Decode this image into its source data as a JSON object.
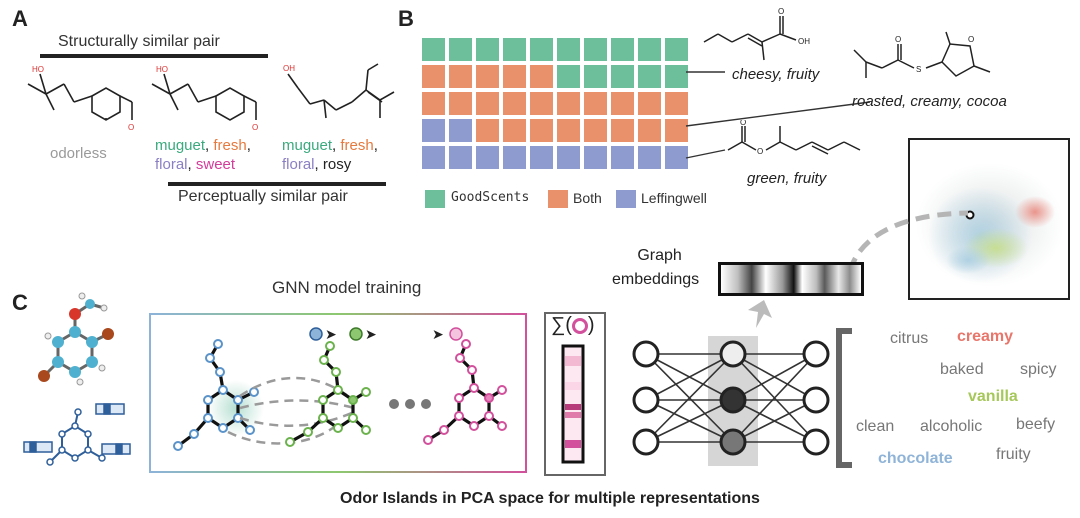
{
  "colors": {
    "goodscents": "#6cbf9a",
    "both": "#e9916b",
    "leffingwell": "#8e9bcf",
    "muguet": "#3aaa7e",
    "fresh": "#e57a3e",
    "floral": "#8b7fc4",
    "sweet": "#d23c9a",
    "odorless": "#9a9a9a",
    "gnn_blue": "#8db3d8",
    "gnn_green": "#8dc870",
    "gnn_pink": "#d2509c",
    "creamy": "#e8766b",
    "vanilla": "#a6c85a",
    "chocolate": "#8fb4d8"
  },
  "panel_a": {
    "letter": "A",
    "structural_title": "Structurally similar pair",
    "perceptual_title": "Perceptually similar pair",
    "molecule1_label": "odorless",
    "molecule2_labels": [
      "muguet",
      "fresh",
      "floral",
      "sweet"
    ],
    "molecule3_labels": [
      "muguet",
      "fresh",
      "floral",
      "rosy"
    ],
    "hydroxyl": "HO",
    "hydroxyl_alt": "OH",
    "aldehyde_o": "O"
  },
  "panel_b": {
    "letter": "B",
    "legend": [
      "GoodScents",
      "Both",
      "Leffingwell"
    ],
    "molecule_labels": [
      "cheesy, fruity",
      "roasted, creamy, cocoa",
      "green, fruity"
    ],
    "atom_o": "O",
    "atom_oh": "OH",
    "atom_s": "S"
  },
  "waffle_rows": [
    [
      "G",
      "G",
      "G",
      "G",
      "G",
      "G",
      "G",
      "G",
      "G",
      "G"
    ],
    [
      "B",
      "B",
      "B",
      "B",
      "B",
      "G",
      "G",
      "G",
      "G",
      "G"
    ],
    [
      "B",
      "B",
      "B",
      "B",
      "B",
      "B",
      "B",
      "B",
      "B",
      "B"
    ],
    [
      "L",
      "L",
      "B",
      "B",
      "B",
      "B",
      "B",
      "B",
      "B",
      "B"
    ],
    [
      "L",
      "L",
      "L",
      "L",
      "L",
      "L",
      "L",
      "L",
      "L",
      "L"
    ]
  ],
  "panel_c": {
    "letter": "C",
    "gnn_title": "GNN model training",
    "graph_embeddings_line1": "Graph",
    "graph_embeddings_line2": "embeddings",
    "sum_symbol": "∑(",
    "sum_close": ")",
    "ellipsis": "• • •",
    "odor_words": [
      "citrus",
      "creamy",
      "baked",
      "spicy",
      "vanilla",
      "clean",
      "alcoholic",
      "beefy",
      "chocolate",
      "fruity"
    ]
  },
  "caption": "Odor Islands in PCA space for multiple representations"
}
